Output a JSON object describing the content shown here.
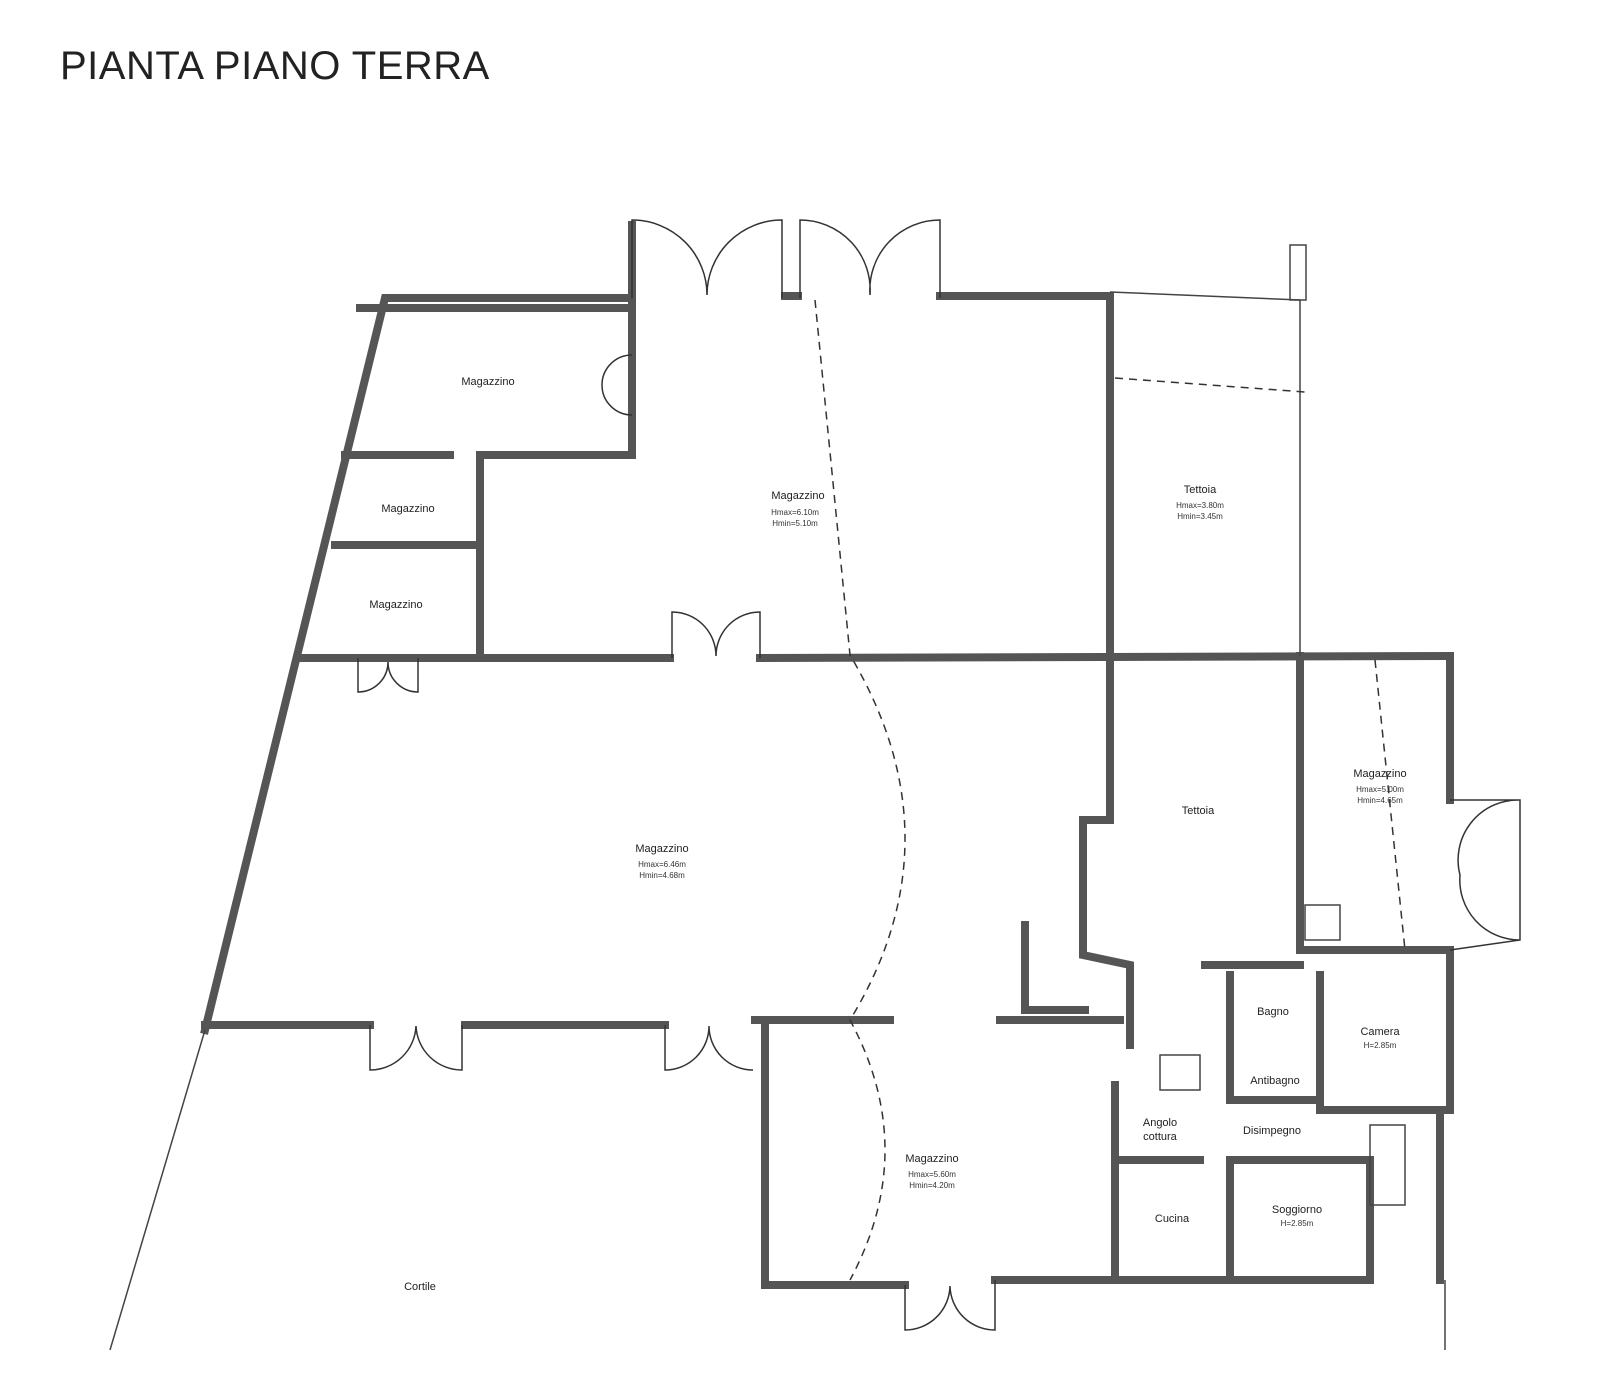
{
  "title": "PIANTA PIANO TERRA",
  "rooms": {
    "magazzino_top_left": {
      "name": "Magazzino"
    },
    "magazzino_small_1": {
      "name": "Magazzino"
    },
    "magazzino_small_2": {
      "name": "Magazzino"
    },
    "magazzino_north": {
      "name": "Magazzino",
      "hmax": "Hmax=6.10m",
      "hmin": "Hmin=5.10m"
    },
    "tettoia_north": {
      "name": "Tettoia",
      "hmax": "Hmax=3.80m",
      "hmin": "Hmin=3.45m"
    },
    "tettoia_middle": {
      "name": "Tettoia"
    },
    "magazzino_east": {
      "name": "Magazzino",
      "hmax": "Hmax=5.00m",
      "hmin": "Hmin=4.65m"
    },
    "magazzino_central": {
      "name": "Magazzino",
      "hmax": "Hmax=6.46m",
      "hmin": "Hmin=4.68m"
    },
    "magazzino_south": {
      "name": "Magazzino",
      "hmax": "Hmax=5.60m",
      "hmin": "Hmin=4.20m"
    },
    "bagno": {
      "name": "Bagno"
    },
    "antibagno": {
      "name": "Antibagno"
    },
    "camera": {
      "name": "Camera",
      "h": "H=2.85m"
    },
    "angolo_cottura": {
      "name1": "Angolo",
      "name2": "cottura"
    },
    "disimpegno": {
      "name": "Disimpegno"
    },
    "cucina": {
      "name": "Cucina"
    },
    "soggiorno": {
      "name": "Soggiorno",
      "h": "H=2.85m"
    },
    "cortile": {
      "name": "Cortile"
    }
  }
}
